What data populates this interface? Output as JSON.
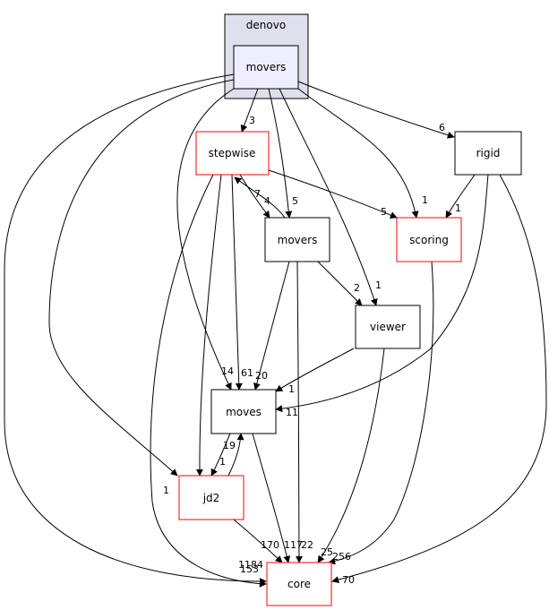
{
  "colors": {
    "cluster_fill": "#dfdfee",
    "cluster_stroke": "#000000",
    "focus_fill": "#eeeeff",
    "node_fill": "#ffffff",
    "red_stroke": "#ff0000",
    "black_stroke": "#000000"
  },
  "cluster": {
    "title": "denovo"
  },
  "nodes": {
    "movers_focus": "movers",
    "stepwise": "stepwise",
    "rigid": "rigid",
    "movers_inner": "movers",
    "scoring": "scoring",
    "viewer": "viewer",
    "moves": "moves",
    "jd2": "jd2",
    "core": "core"
  },
  "edge_labels": {
    "to_stepwise": "3",
    "to_rigid": "6",
    "stepwise_to_movers": "4",
    "movers_to_stepwise": "7",
    "focus_to_movers": "5",
    "focus_to_scoring": "1",
    "stepwise_to_scoring": "5",
    "rigid_to_scoring": "1",
    "movers_to_viewer": "2",
    "focus_to_viewer": "1",
    "stepwise_to_moves": "61",
    "focus_to_moves": "14",
    "movers_to_moves": "20",
    "viewer_to_moves": "1",
    "rigid_to_moves": "11",
    "moves_to_jd2": "19",
    "jd2_to_moves": "1",
    "focus_to_jd2": "1",
    "stepwise_to_jd2": "1",
    "jd2_to_core": "170",
    "moves_to_core": "117",
    "movers_to_core": "22",
    "viewer_to_core": "25",
    "scoring_to_core": "256",
    "focus_to_core": "153",
    "stepwise_to_core": "1184",
    "rigid_to_core": "70"
  }
}
